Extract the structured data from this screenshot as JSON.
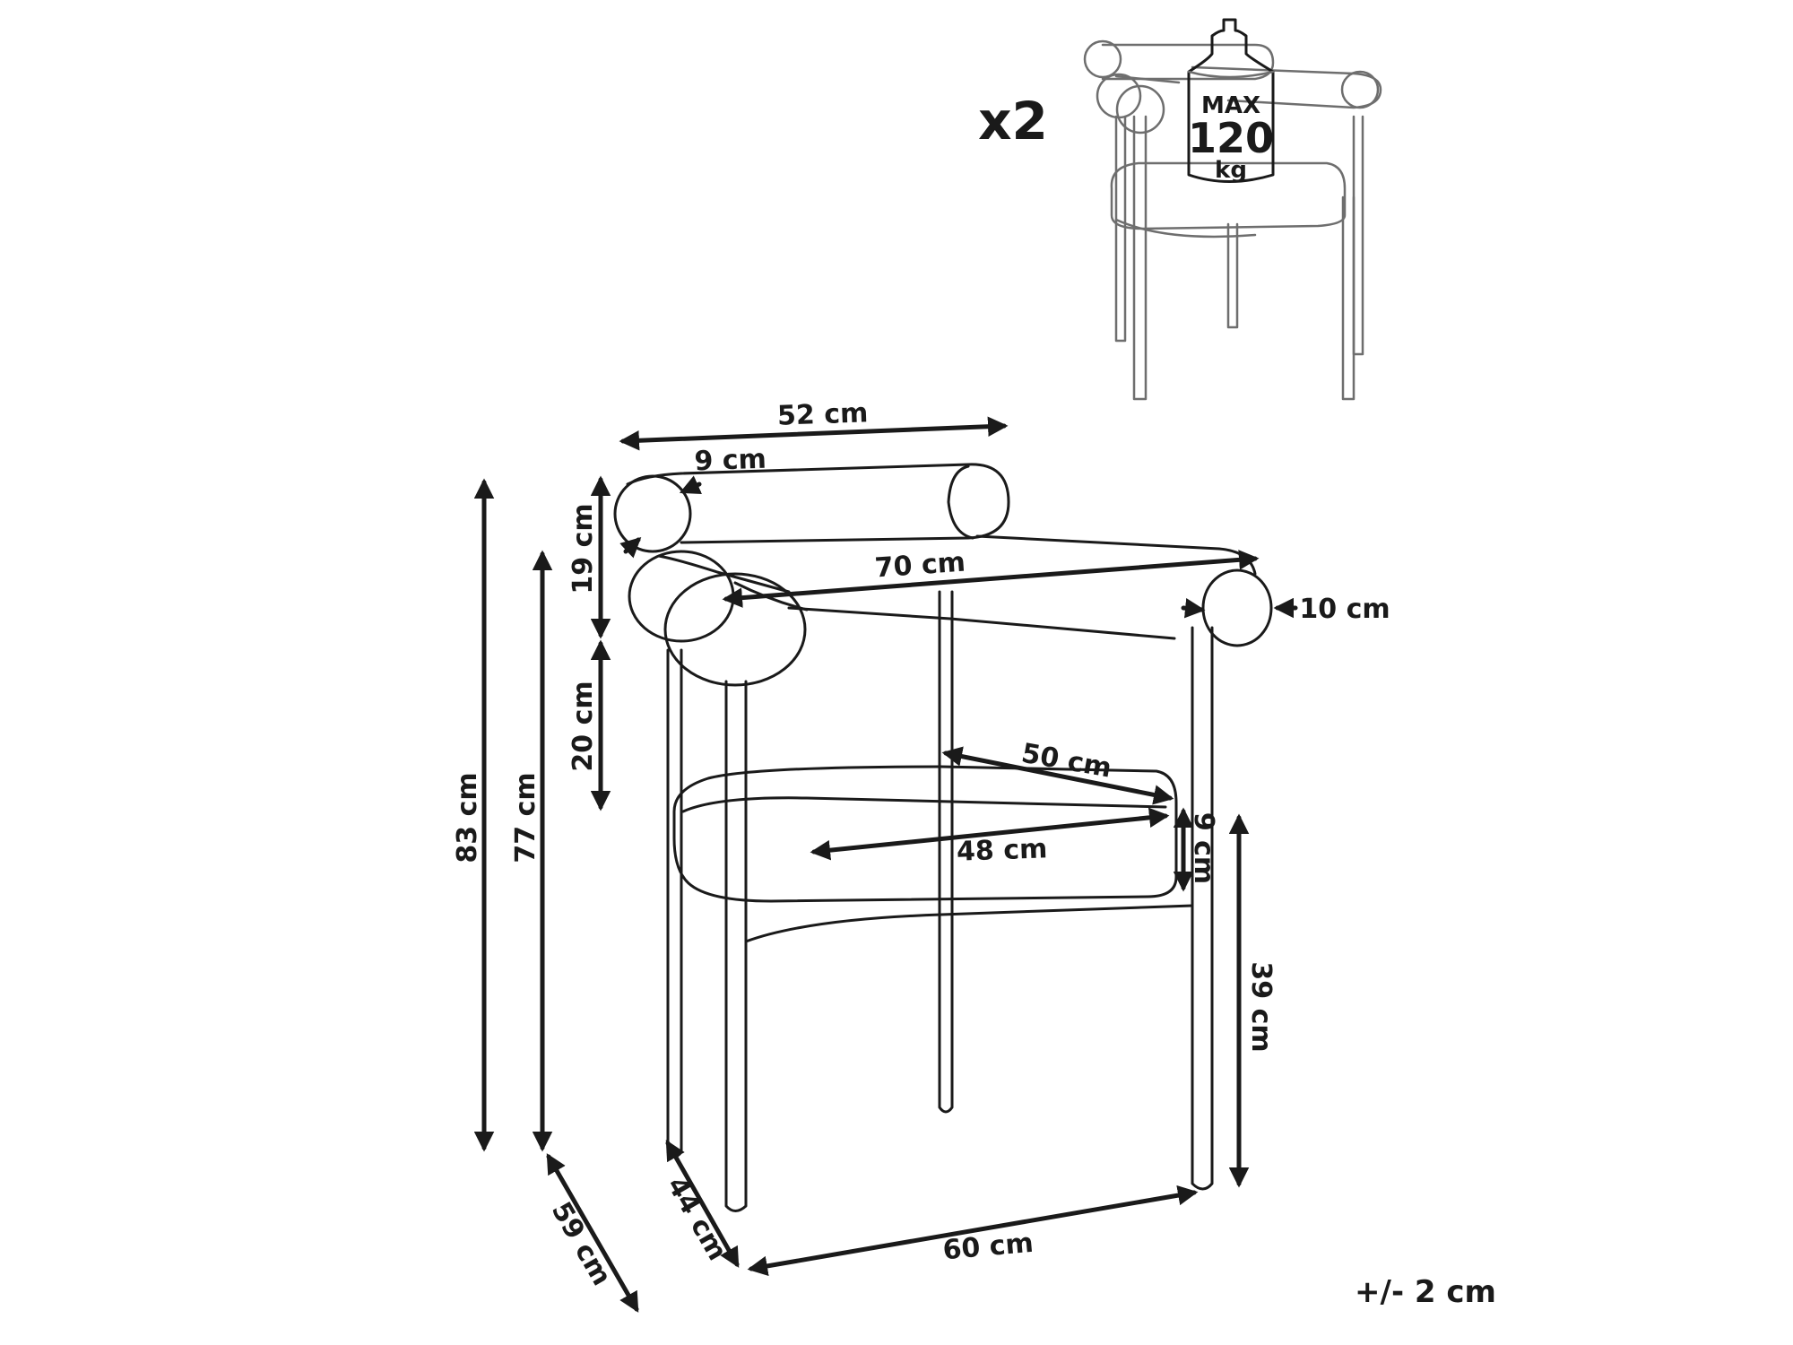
{
  "quantity": "x2",
  "max_load": {
    "line1": "MAX",
    "line2": "120",
    "line3": "kg"
  },
  "dimensions": {
    "width_top": "52 cm",
    "backrest_diameter": "9 cm",
    "backrest_height": "19 cm",
    "arm_width": "70 cm",
    "armrest_diameter": "10 cm",
    "back_gap": "20 cm",
    "total_height": "83 cm",
    "arm_height": "77 cm",
    "seat_depth": "50 cm",
    "seat_width": "48 cm",
    "seat_thickness": "9 cm",
    "seat_height": "39 cm",
    "depth_total": "59 cm",
    "depth_legs": "44 cm",
    "width_base": "60 cm"
  },
  "tolerance": "+/- 2 cm",
  "colors": {
    "line": "#1a1a1a",
    "faint": "#6e6e6e",
    "background": "#ffffff"
  }
}
